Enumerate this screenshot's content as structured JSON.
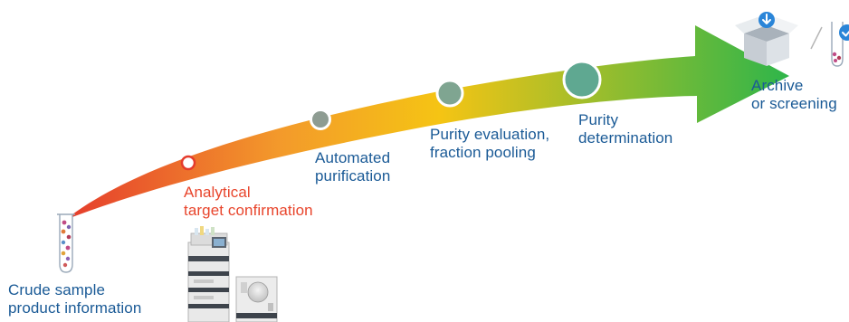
{
  "colors": {
    "label": "#1a5a96",
    "highlight_label": "#e8452c",
    "arrow_start": "#e53b2c",
    "arrow_mid_orange": "#f39a2b",
    "arrow_mid_yellow": "#f5c414",
    "arrow_end": "#2fb54a"
  },
  "steps": [
    {
      "line1": "Crude sample",
      "line2": "product information",
      "highlight": false
    },
    {
      "line1": "Analytical",
      "line2": "target confirmation",
      "highlight": true
    },
    {
      "line1": "Automated",
      "line2": "purification",
      "highlight": false
    },
    {
      "line1": "Purity evaluation,",
      "line2": "fraction pooling",
      "highlight": false
    },
    {
      "line1": "Purity",
      "line2": "determination",
      "highlight": false
    },
    {
      "line1": "Archive",
      "line2": "or screening",
      "highlight": false
    }
  ],
  "icons": {
    "sample_tube": "sample-tube-icon",
    "lc_system": "lc-system-icon",
    "archive_box": "archive-box-icon",
    "screening_tube": "screening-tube-icon",
    "separator": "slash-separator-icon"
  }
}
